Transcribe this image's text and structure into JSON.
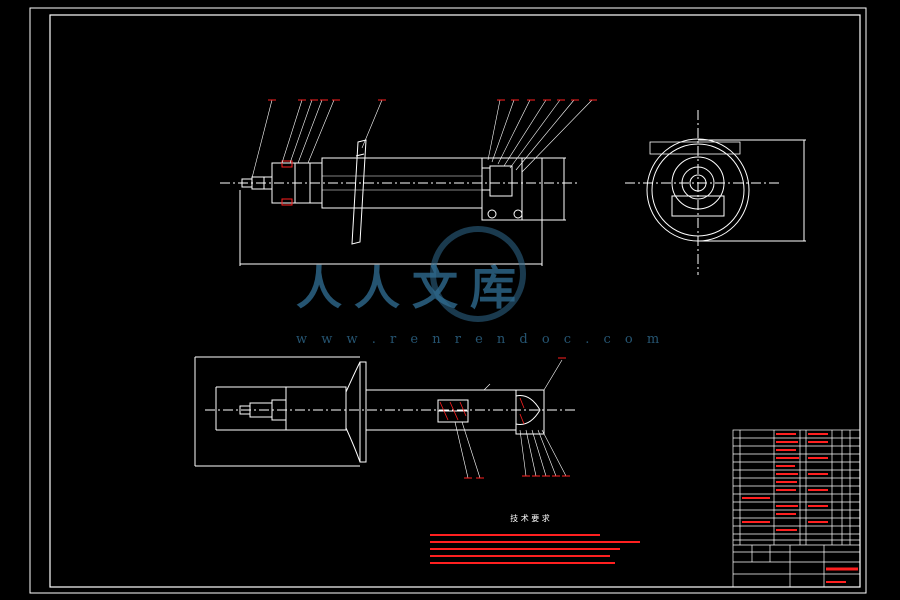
{
  "watermark": {
    "brand": "人人文库",
    "url": "w w w . r e n r e n d o c . c o m"
  },
  "tech_requirements": {
    "title": "技 术 要 求"
  },
  "colors": {
    "background": "#000000",
    "lines": "#ffffff",
    "annotations": "#ff2020",
    "watermark": "#2f6a8e"
  }
}
